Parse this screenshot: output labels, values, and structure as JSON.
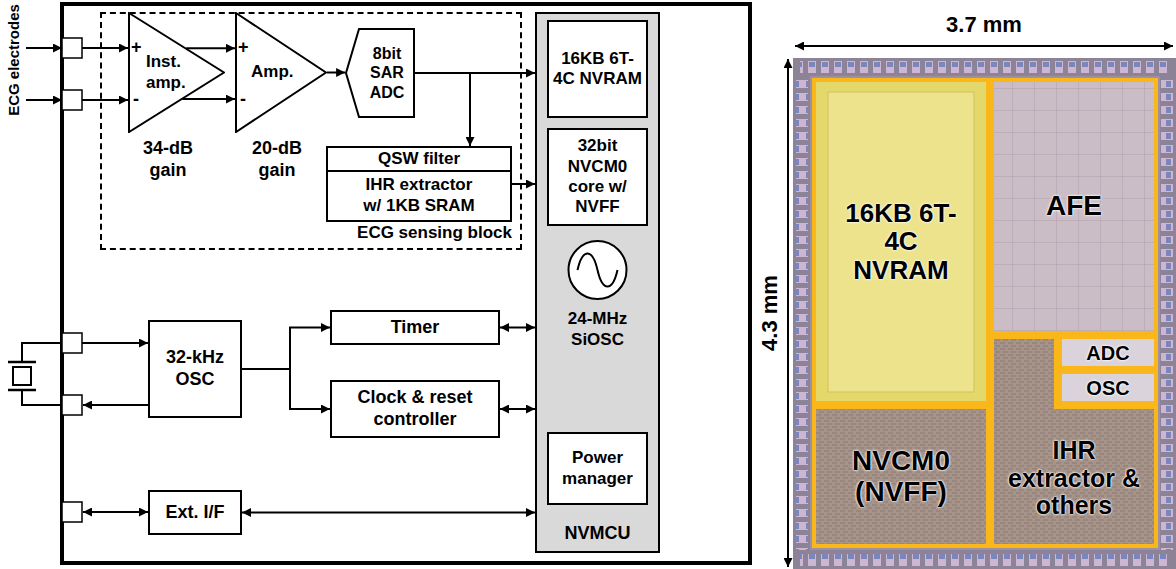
{
  "diagram": {
    "nodes": [
      {
        "text": [
          "ECG sensing block"
        ]
      },
      {
        "text": [
          "Inst. amp."
        ],
        "in": 0
      },
      {
        "text": [
          "Amp."
        ],
        "in": 0
      },
      {
        "text": [
          "8bit SAR ADC"
        ],
        "in": 0
      },
      {
        "text": [
          "QSW filter",
          "IHR extractor w/ 1KB SRAM"
        ],
        "in": 0
      },
      {
        "text": [
          "NVMCU"
        ]
      },
      {
        "text": [
          "16KB 6T-4C NVRAM"
        ],
        "in": 5
      },
      {
        "text": [
          "32bit NVCM0 core w/ NVFF"
        ],
        "in": 5
      },
      {
        "text": [
          "24-MHz SiOSC"
        ],
        "in": 5
      },
      {
        "text": [
          "Power manager"
        ],
        "in": 5
      },
      {
        "text": [
          "32-kHz OSC"
        ]
      },
      {
        "text": [
          "Timer"
        ]
      },
      {
        "text": [
          "Clock & reset controller"
        ]
      },
      {
        "text": [
          "Ext. I/F"
        ]
      },
      {
        "text": [
          "16KB 6T-4C NVRAM"
        ]
      },
      {
        "text": [
          "AFE"
        ]
      },
      {
        "text": [
          "ADC"
        ]
      },
      {
        "text": [
          "OSC"
        ]
      },
      {
        "text": [
          "NVCM0 (NVFF)"
        ]
      },
      {
        "text": [
          "IHR extractor & others"
        ]
      }
    ],
    "edges": [
      {
        "from": 1,
        "to": 2,
        "arrow": "to"
      },
      {
        "from": 1,
        "to": 2,
        "arrow": "to"
      },
      {
        "from": 2,
        "to": 3,
        "arrow": "to"
      },
      {
        "from": 3,
        "to": 5,
        "arrow": "to"
      },
      {
        "from": 3,
        "to": 4,
        "arrow": "to"
      },
      {
        "from": 4,
        "to": 5,
        "arrow": "to"
      },
      {
        "from": 10,
        "to": 11,
        "arrow": "to"
      },
      {
        "from": 10,
        "to": 12,
        "arrow": "to"
      },
      {
        "from": 11,
        "to": 5,
        "arrow": "both"
      },
      {
        "from": 12,
        "to": 5,
        "arrow": "both"
      },
      {
        "from": 13,
        "to": 5,
        "arrow": "both"
      }
    ],
    "labels": [
      "ECG electrodes",
      "+",
      "-",
      "+",
      "-",
      "34-dB gain",
      "20-dB gain",
      "3.7 mm",
      "4.3 mm"
    ]
  }
}
